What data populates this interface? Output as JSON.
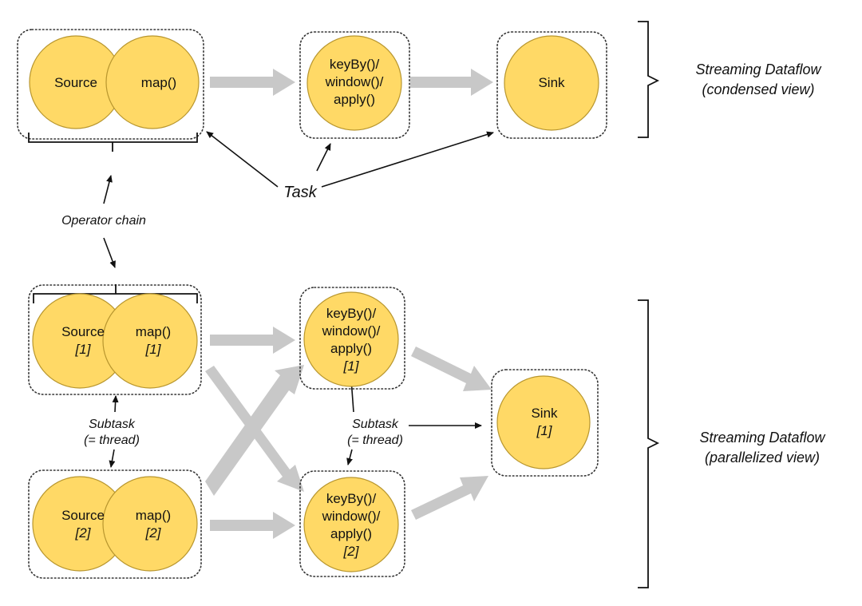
{
  "condensed": {
    "source_label": "Source",
    "map_label": "map()",
    "keyby_label": [
      "keyBy()/",
      "window()/",
      "apply()"
    ],
    "sink_label": "Sink",
    "side_label": [
      "Streaming Dataflow",
      "(condensed view)"
    ]
  },
  "annotations": {
    "task": "Task",
    "operator_chain": "Operator chain",
    "subtask": [
      "Subtask",
      "(= thread)"
    ]
  },
  "parallel": {
    "source_label": "Source",
    "map_label": "map()",
    "keyby_label": [
      "keyBy()/",
      "window()/",
      "apply()"
    ],
    "sink_label": "Sink",
    "index_1": "[1]",
    "index_2": "[2]",
    "side_label": [
      "Streaming Dataflow",
      "(parallelized view)"
    ]
  },
  "colors": {
    "node_fill": "#ffd966",
    "flow_arrow": "#c8c8c8"
  }
}
